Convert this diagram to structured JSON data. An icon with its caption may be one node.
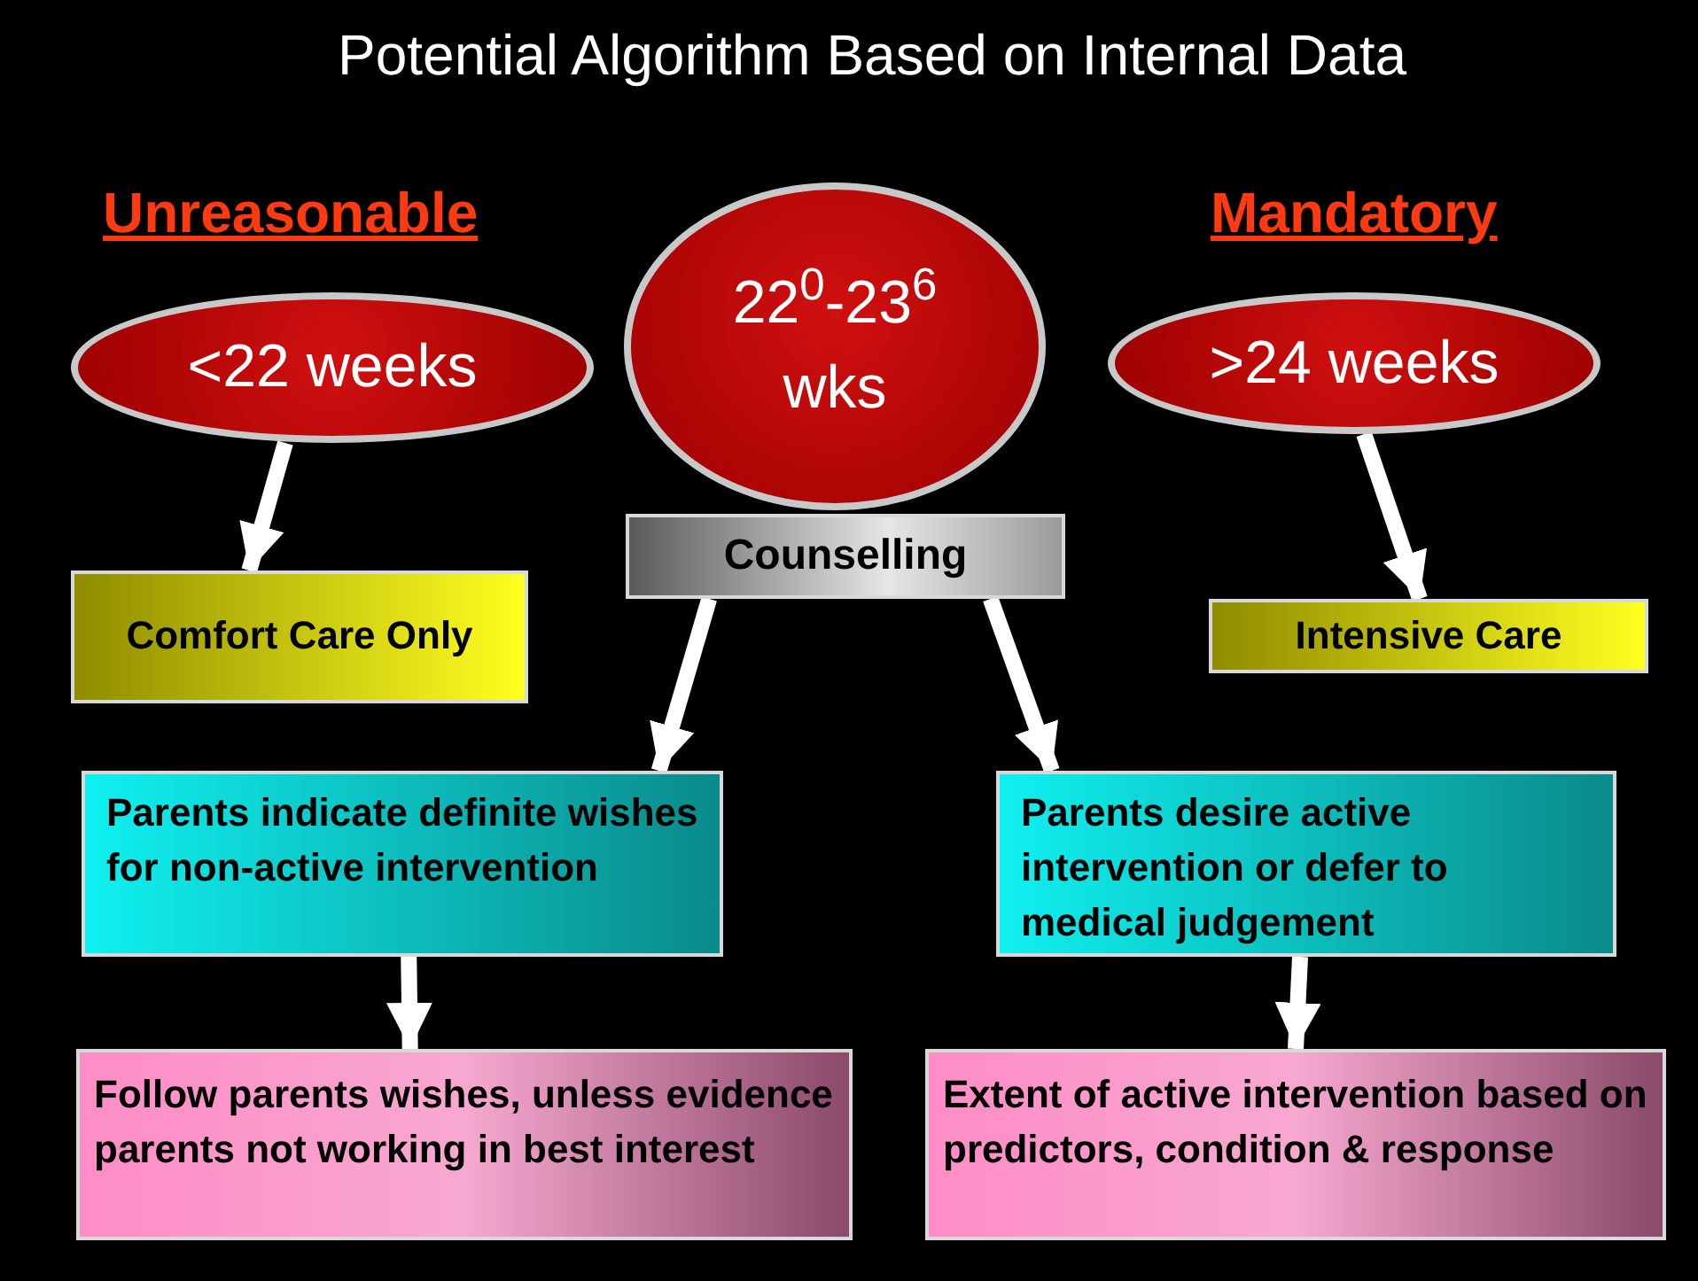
{
  "diagram": {
    "title": "Potential Algorithm Based on Internal Data",
    "nodes": [
      {
        "text": [
          "<22 weeks"
        ]
      },
      {
        "text": [
          "22$^{0}$-23$^{6}$ wks"
        ]
      },
      {
        "text": [
          ">24 weeks"
        ]
      },
      {
        "text": [
          "Comfort Care Only"
        ]
      },
      {
        "text": [
          "Counselling"
        ]
      },
      {
        "text": [
          "Intensive Care"
        ]
      },
      {
        "text": [
          "Parents indicate definite wishes for non-active intervention"
        ]
      },
      {
        "text": [
          "Parents desire active intervention or defer to medical judgement"
        ]
      },
      {
        "text": [
          "Follow parents wishes, unless evidence parents not working in best interest"
        ]
      },
      {
        "text": [
          "Extent of active intervention based on predictors, condition & response"
        ]
      }
    ],
    "edges": [
      {
        "from": 0,
        "to": 3,
        "arrow": "to"
      },
      {
        "from": 4,
        "to": 6,
        "arrow": "to"
      },
      {
        "from": 4,
        "to": 7,
        "arrow": "to"
      },
      {
        "from": 2,
        "to": 5,
        "arrow": "to"
      },
      {
        "from": 6,
        "to": 8,
        "arrow": "to"
      },
      {
        "from": 7,
        "to": 9,
        "arrow": "to"
      }
    ],
    "labels": [
      "Unreasonable",
      "Mandatory"
    ]
  }
}
